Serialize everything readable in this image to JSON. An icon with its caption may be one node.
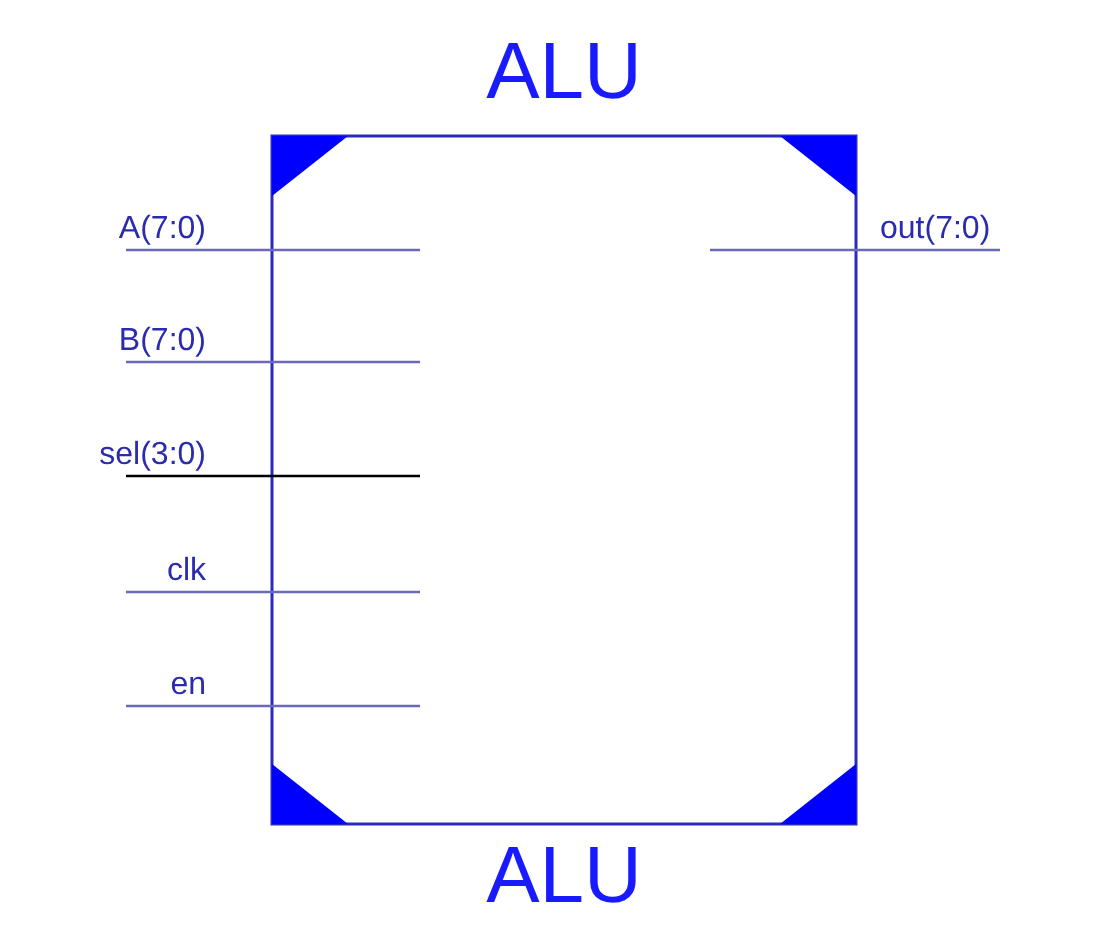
{
  "diagram": {
    "nodes": [
      {
        "text": [
          "ALU",
          "ALU"
        ]
      },
      {
        "text": [
          "A(7:0)"
        ]
      },
      {
        "text": [
          "B(7:0)"
        ]
      },
      {
        "text": [
          "sel(3:0)"
        ]
      },
      {
        "text": [
          "clk"
        ]
      },
      {
        "text": [
          "en"
        ]
      },
      {
        "text": [
          "out(7:0)"
        ]
      }
    ],
    "edges": [
      {
        "from": 1,
        "to": 0,
        "arrow": "none"
      },
      {
        "from": 2,
        "to": 0,
        "arrow": "none"
      },
      {
        "from": 3,
        "to": 0,
        "arrow": "none",
        "color": "#000000"
      },
      {
        "from": 4,
        "to": 0,
        "arrow": "none"
      },
      {
        "from": 5,
        "to": 0,
        "arrow": "none"
      },
      {
        "from": 0,
        "to": 6,
        "arrow": "none"
      }
    ]
  }
}
